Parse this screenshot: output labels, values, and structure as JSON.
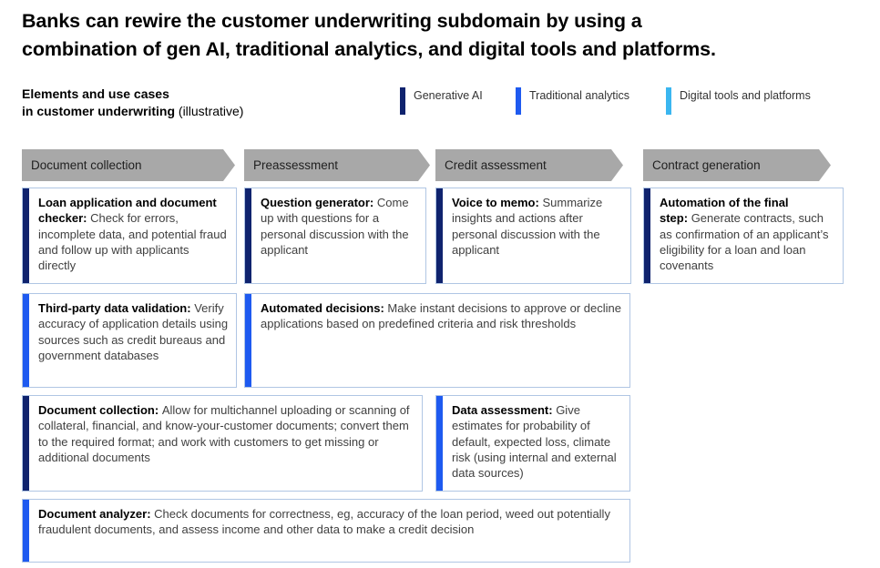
{
  "title": "Banks can rewire the customer underwriting subdomain by using a\ncombination of gen AI, traditional analytics, and digital tools and platforms.",
  "subtitle": {
    "bold": "Elements and use cases\nin customer underwriting",
    "note": " (illustrative)"
  },
  "legend": {
    "generative_ai": {
      "label": "Generative AI",
      "color": "#0f236e"
    },
    "traditional_analytics": {
      "label": "Traditional analytics",
      "color": "#1e5af0"
    },
    "digital_tools": {
      "label": "Digital tools and platforms",
      "color": "#3ab6f0"
    }
  },
  "phases": [
    {
      "label": "Document collection"
    },
    {
      "label": "Preassessment"
    },
    {
      "label": "Credit assessment"
    },
    {
      "label": "Contract generation"
    }
  ],
  "cards": [
    {
      "lead": "Loan application and document checker:",
      "body": "Check for errors, incomplete data, and potential fraud and follow up with applicants directly",
      "category": "Generative AI"
    },
    {
      "lead": "Question generator:",
      "body": "Come up with questions for a personal discussion with the applicant",
      "category": "Generative AI"
    },
    {
      "lead": "Voice to memo:",
      "body": "Summarize insights and actions after personal discussion with the applicant",
      "category": "Generative AI"
    },
    {
      "lead": "Automation of the final step:",
      "body": "Generate contracts, such as confirmation of an applicant’s eligibility for a loan and loan covenants",
      "category": "Generative AI"
    },
    {
      "lead": "Third-party data validation:",
      "body": "Verify accuracy of application details using sources such as credit bureaus and government databases",
      "category": "Traditional analytics"
    },
    {
      "lead": "Automated decisions:",
      "body": "Make instant decisions to approve or decline applications based on predefined criteria and risk thresholds",
      "category": "Traditional analytics"
    },
    {
      "lead": "Document collection:",
      "body": "Allow for multichannel uploading or scanning of collateral, financial, and know-your-customer documents; convert them to the required format; and work with customers to get missing or additional documents",
      "category": "Generative AI"
    },
    {
      "lead": "Data assessment:",
      "body": "Give estimates for probability of default, expected loss, climate risk (using internal and external data sources)",
      "category": "Traditional analytics"
    },
    {
      "lead": "Document analyzer:",
      "body": "Check documents for correctness, eg, accuracy of the loan period, weed out potentially fraudulent documents, and assess income and other data to make a credit decision",
      "category": "Traditional analytics"
    }
  ],
  "colors": {
    "generative_ai": "#0f236e",
    "traditional_analytics": "#1e5af0",
    "digital_tools_and_platforms": "#3ab6f0",
    "phase_arrow_gray": "#a8a8a8",
    "card_border": "#b0c6e4",
    "body_text": "#404040"
  }
}
